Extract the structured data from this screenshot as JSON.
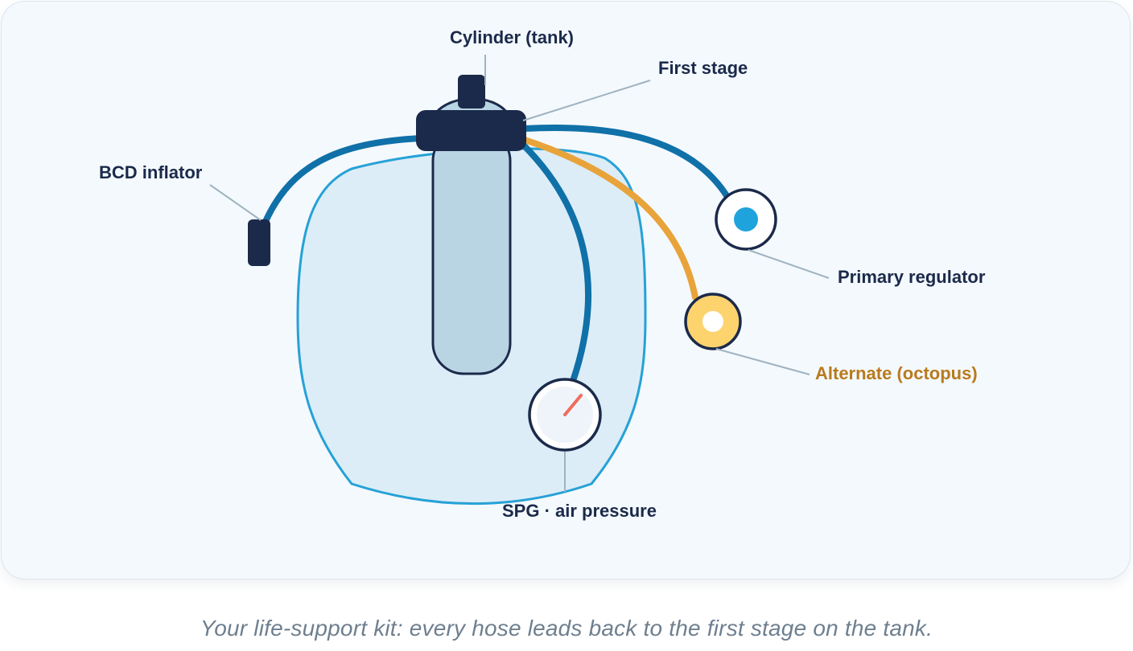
{
  "labels": {
    "cylinder": "Cylinder (tank)",
    "first_stage": "First stage",
    "bcd_inflator": "BCD inflator",
    "primary_regulator": "Primary regulator",
    "alternate": "Alternate (octopus)",
    "spg": "SPG · air pressure"
  },
  "caption": "Your life-support kit: every hose leads back to the first stage on the tank.",
  "colors": {
    "navy": "#1b2a4a",
    "hose_blue": "#1070a8",
    "hose_yellow": "#e8a33a",
    "alternate_label": "#b97a1e",
    "bcd_fill": "#dcedf7",
    "bcd_stroke": "#26a1d6",
    "tank_fill": "#b9d4e3",
    "regulator_dot": "#1fa3dc",
    "octopus_fill": "#fdd36e",
    "gauge_needle": "#f26b5e"
  }
}
